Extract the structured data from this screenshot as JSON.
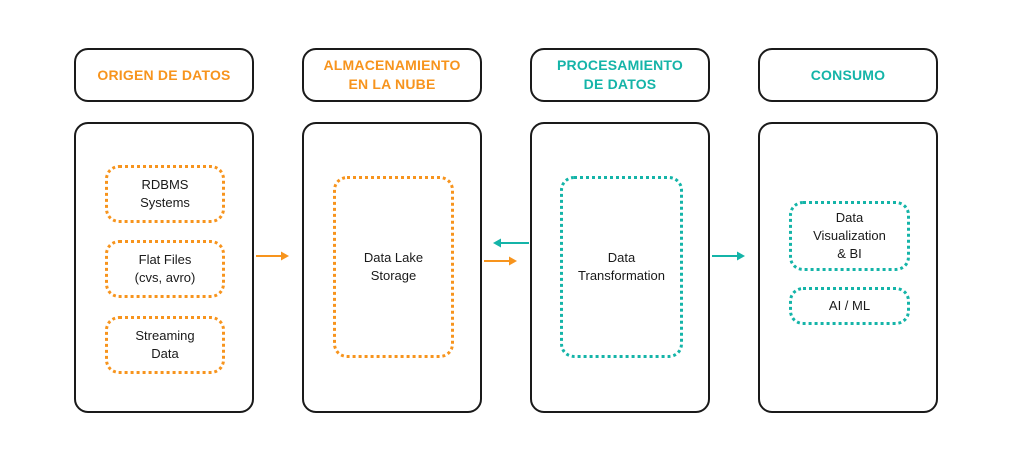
{
  "colors": {
    "orange": "#f7941d",
    "teal": "#14b4a8",
    "border": "#1a1a1a"
  },
  "columns": [
    {
      "title": "ORIGEN DE DATOS",
      "items": [
        "RDBMS\nSystems",
        "Flat Files\n(cvs, avro)",
        "Streaming\nData"
      ]
    },
    {
      "title": "ALMACENAMIENTO\nEN LA NUBE",
      "items": [
        "Data Lake\nStorage"
      ]
    },
    {
      "title": "PROCESAMIENTO\nDE DATOS",
      "items": [
        "Data\nTransformation"
      ]
    },
    {
      "title": "CONSUMO",
      "items": [
        "Data\nVisualization\n& BI",
        "AI / ML"
      ]
    }
  ],
  "arrows": [
    {
      "from": "origen",
      "to": "almacenamiento",
      "color": "orange"
    },
    {
      "from": "procesamiento",
      "to": "almacenamiento",
      "color": "teal"
    },
    {
      "from": "almacenamiento",
      "to": "procesamiento",
      "color": "orange"
    },
    {
      "from": "procesamiento",
      "to": "consumo",
      "color": "teal"
    }
  ]
}
